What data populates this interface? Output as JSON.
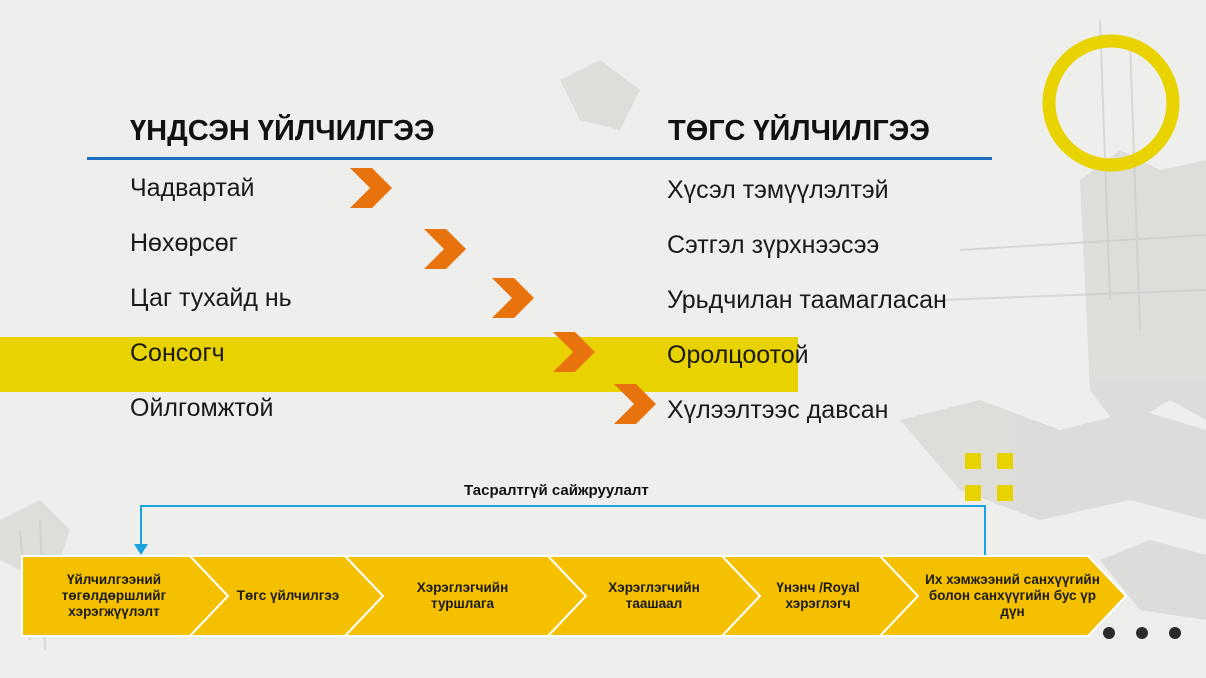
{
  "left_heading": "ҮНДСЭН ҮЙЛЧИЛГЭЭ",
  "right_heading": "ТӨГС ҮЙЛЧИЛГЭЭ",
  "left_items": [
    "Чадвартай",
    "Нөхөрсөг",
    "Цаг тухайд нь",
    "Сонсогч",
    "Ойлгомжтой"
  ],
  "right_items": [
    "Хүсэл тэмүүлэлтэй",
    "Сэтгэл зүрхнээсээ",
    "Урьдчилан таамагласан",
    "Оролцоотой",
    "Хүлээлтээс давсан"
  ],
  "loop_label": "Тасралтгүй сайжруулалт",
  "process_steps": [
    "Үйлчилгээний төгөлдөршлийг хэрэгжүүлэлт",
    "Төгс үйлчилгээ",
    "Хэрэглэгчийн туршлага",
    "Хэрэглэгчийн таашаал",
    "Үнэнч /Royal хэрэглэгч",
    "Их хэмжээний санхүүгийн болон санхүүгийн бус үр дүн"
  ],
  "colors": {
    "highlight": "#e8d200",
    "arrow": "#e8720c",
    "chevron": "#f5c000",
    "divider": "#1f6fc5",
    "loop": "#1aa3e0"
  }
}
